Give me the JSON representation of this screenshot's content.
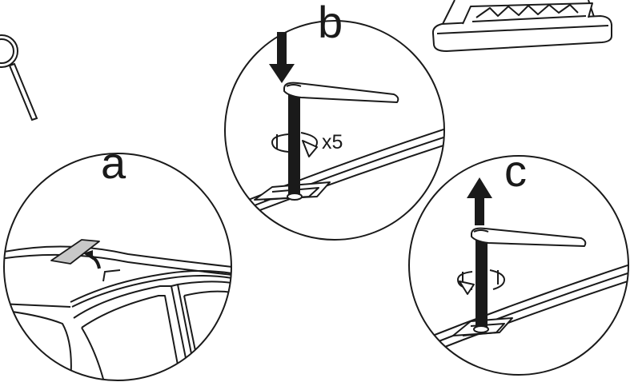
{
  "steps": {
    "a": {
      "letter": "a"
    },
    "b": {
      "letter": "b",
      "repeat": "x5"
    },
    "c": {
      "letter": "c"
    }
  },
  "colors": {
    "line": "#1a1a1a",
    "fill": "#ffffff",
    "shade": "#c8c8c8"
  },
  "icons": [
    "magnifier-icon",
    "arrow-down-icon",
    "arrow-up-icon",
    "rotate-icon",
    "tilt-arrow-icon"
  ]
}
